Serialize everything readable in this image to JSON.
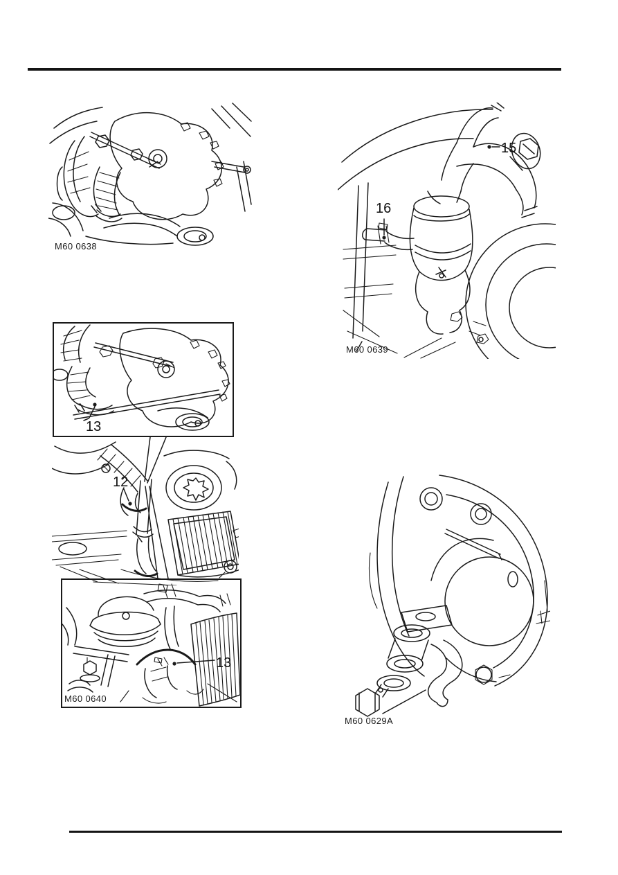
{
  "page": {
    "kind": "workshop-manual-illustration-page",
    "paper_color": "#ffffff",
    "ink_color": "#1a1a1a"
  },
  "figures": [
    {
      "name": "engine-intake-overview",
      "caption": "M60 0638",
      "callouts": []
    },
    {
      "name": "thermostat-housing-hoses",
      "caption": "M60 0639",
      "callouts": [
        {
          "label": "15"
        },
        {
          "label": "16"
        }
      ]
    },
    {
      "name": "intake-elbow-detail-box",
      "caption": "",
      "callouts": [
        {
          "label": "13"
        }
      ]
    },
    {
      "name": "air-cleaner-overview",
      "caption": "",
      "callouts": [
        {
          "label": "12"
        }
      ]
    },
    {
      "name": "purge-valve-detail-box",
      "caption": "M60 0640",
      "callouts": [
        {
          "label": "13"
        }
      ]
    },
    {
      "name": "power-steering-pump-banjo",
      "caption": "M60 0629A",
      "callouts": []
    }
  ]
}
